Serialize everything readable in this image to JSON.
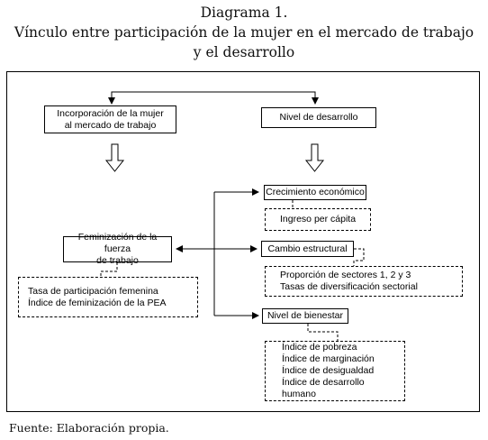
{
  "header": {
    "title_line1": "Diagrama 1.",
    "title_line2": "Vínculo entre participación de la mujer en el mercado de trabajo",
    "title_line3": "y el desarrollo"
  },
  "diagram": {
    "incorporacion": {
      "line1": "Incorporación de la mujer",
      "line2": "al mercado de trabajo"
    },
    "nivel_desarrollo": "Nivel de desarrollo",
    "feminizacion": {
      "line1": "Feminización de la fuerza",
      "line2": "de trabajo",
      "indicators": [
        "Tasa de participación femenina",
        "Índice de feminización de la PEA"
      ]
    },
    "crecimiento": {
      "label": "Crecimiento económico",
      "indicators": [
        "Ingreso per cápita"
      ]
    },
    "cambio": {
      "label": "Cambio estructural",
      "indicators": [
        "Proporción de sectores 1, 2 y 3",
        "Tasas de diversificación sectorial"
      ]
    },
    "bienestar": {
      "label": "Nivel de bienestar",
      "indicators": [
        "Índice de pobreza",
        "Índice de marginación",
        "Índice de desigualdad",
        "Índice de desarrollo humano"
      ]
    }
  },
  "footer": {
    "source": "Fuente: Elaboración propia."
  }
}
